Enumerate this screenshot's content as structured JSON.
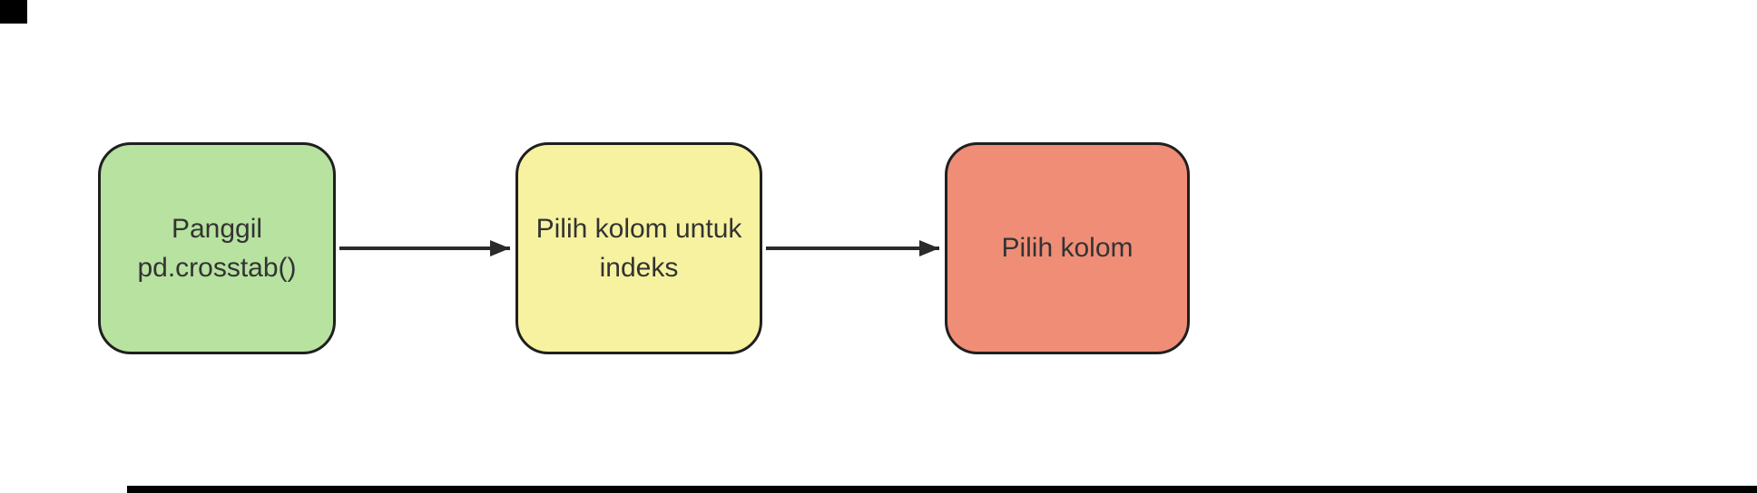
{
  "page": {
    "background": "#ffffff"
  },
  "artifacts": {
    "top_left_mark_color": "#000000",
    "bottom_bar_color": "#000000"
  },
  "diagram": {
    "type": "flowchart",
    "direction": "left-to-right",
    "arrow_color": "#2a2a2a",
    "text_color": "#333333",
    "nodes": [
      {
        "id": "panggil-crosstab",
        "label": "Panggil pd.crosstab()",
        "fill": "#b7e2a0",
        "border": "#1f1f1f"
      },
      {
        "id": "pilih-kolom-indeks",
        "label": "Pilih kolom untuk indeks",
        "fill": "#f7f2a0",
        "border": "#1f1f1f"
      },
      {
        "id": "pilih-kolom",
        "label": "Pilih kolom",
        "fill": "#ef8d76",
        "border": "#1f1f1f"
      }
    ],
    "edges": [
      {
        "from": "panggil-crosstab",
        "to": "pilih-kolom-indeks"
      },
      {
        "from": "pilih-kolom-indeks",
        "to": "pilih-kolom"
      }
    ]
  }
}
